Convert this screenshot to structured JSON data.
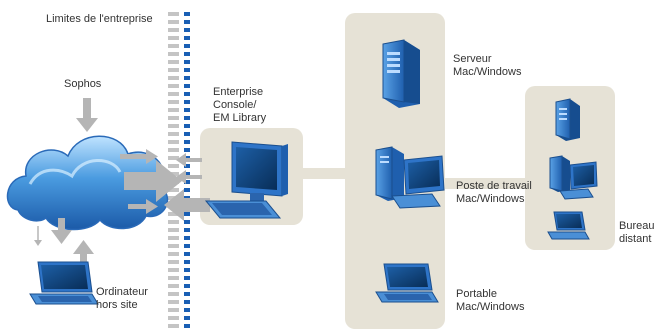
{
  "boundary": {
    "label": "Limites de l'entreprise"
  },
  "cloud": {
    "label": "Sophos"
  },
  "console": {
    "label": "Enterprise\nConsole/\nEM Library"
  },
  "offsite_laptop": {
    "label": "Ordinateur\nhors site"
  },
  "server": {
    "label": "Serveur\nMac/Windows"
  },
  "workstation": {
    "label": "Poste de travail\nMac/Windows"
  },
  "portable": {
    "label": "Portable\nMac/Windows"
  },
  "remote_office": {
    "label": "Bureau\ndistant"
  },
  "colors": {
    "panel": "#e6e2d6",
    "boundary_blue": "#1a5fb4",
    "boundary_gray": "#c4c4c4",
    "arrow": "#b5b5b5",
    "cloud": "#4a9be0",
    "device_blue": "#2e74c8",
    "screen": "#0b3f78"
  }
}
